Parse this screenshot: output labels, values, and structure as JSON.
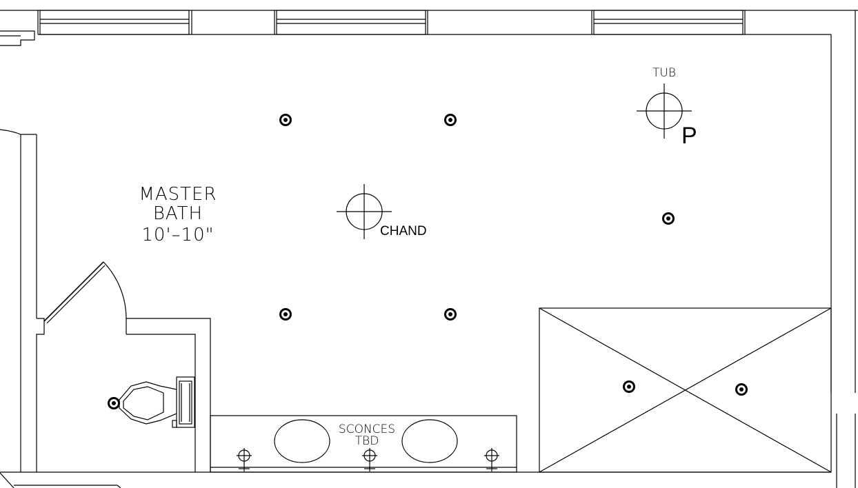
{
  "room": {
    "name_line1": "MASTER",
    "name_line2": "BATH",
    "dimension": "10'–10\""
  },
  "fixtures": {
    "chandelier_label": "CHAND",
    "tub_label": "TUB",
    "tub_tag": "P",
    "sconces_line1": "SCONCES",
    "sconces_line2": "TBD"
  },
  "recessed_lights": [
    {
      "id": "rl-1"
    },
    {
      "id": "rl-2"
    },
    {
      "id": "rl-3"
    },
    {
      "id": "rl-4"
    },
    {
      "id": "rl-5"
    },
    {
      "id": "rl-6"
    },
    {
      "id": "rl-7"
    },
    {
      "id": "rl-8"
    }
  ]
}
